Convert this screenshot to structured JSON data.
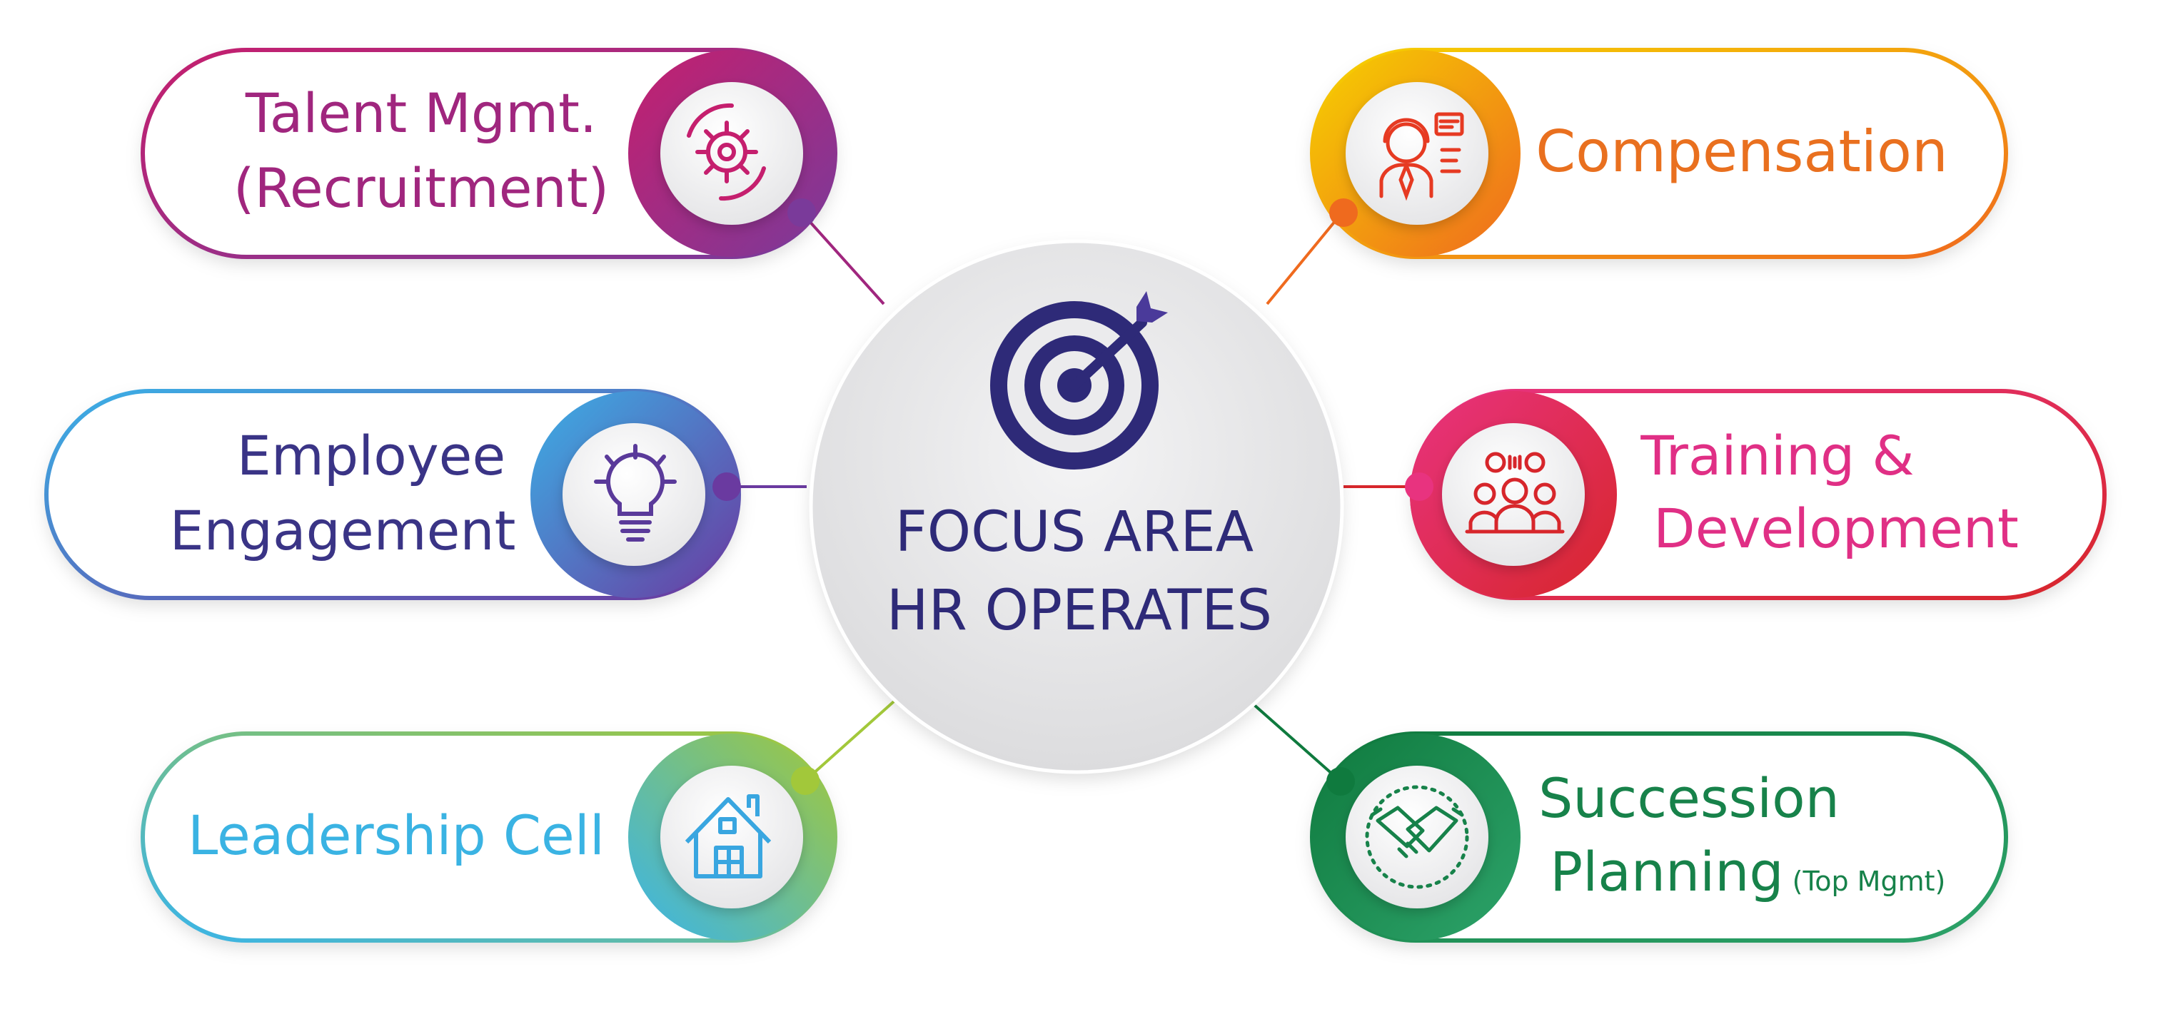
{
  "center": {
    "line1": "FOCUS AREA",
    "line2": "HR OPERATES",
    "icon": "target-icon",
    "text_color": "#2e2a78"
  },
  "pills": [
    {
      "id": "talent",
      "lines": [
        "Talent Mgmt.",
        "(Recruitment)"
      ],
      "icon": "gear-cycle-icon",
      "color": "#a0267e",
      "grad": [
        "#c51f6e",
        "#7a3a9a"
      ]
    },
    {
      "id": "engagement",
      "lines": [
        "Employee",
        "Engagement"
      ],
      "icon": "lightbulb-icon",
      "color": "#3a3486",
      "grad": [
        "#3bb0e6",
        "#6a3aa0"
      ]
    },
    {
      "id": "leadership",
      "lines": [
        "Leadership Cell"
      ],
      "icon": "house-icon",
      "color": "#3ab3e3",
      "grad": [
        "#39b4ea",
        "#a2c83a"
      ]
    },
    {
      "id": "compensation",
      "lines": [
        "Compensation"
      ],
      "icon": "support-agent-icon",
      "color": "#e9701f",
      "grad": [
        "#f6d000",
        "#ef6a1e"
      ]
    },
    {
      "id": "training",
      "lines": [
        "Training &",
        "Development"
      ],
      "icon": "team-icon",
      "color": "#e02f85",
      "grad": [
        "#e8337f",
        "#d7262b"
      ]
    },
    {
      "id": "succession",
      "lines": [
        "Succession",
        "Planning"
      ],
      "suffix": "(Top Mgmt)",
      "icon": "handshake-icon",
      "color": "#17824a",
      "grad": [
        "#0f7a3e",
        "#2da36a"
      ]
    }
  ]
}
